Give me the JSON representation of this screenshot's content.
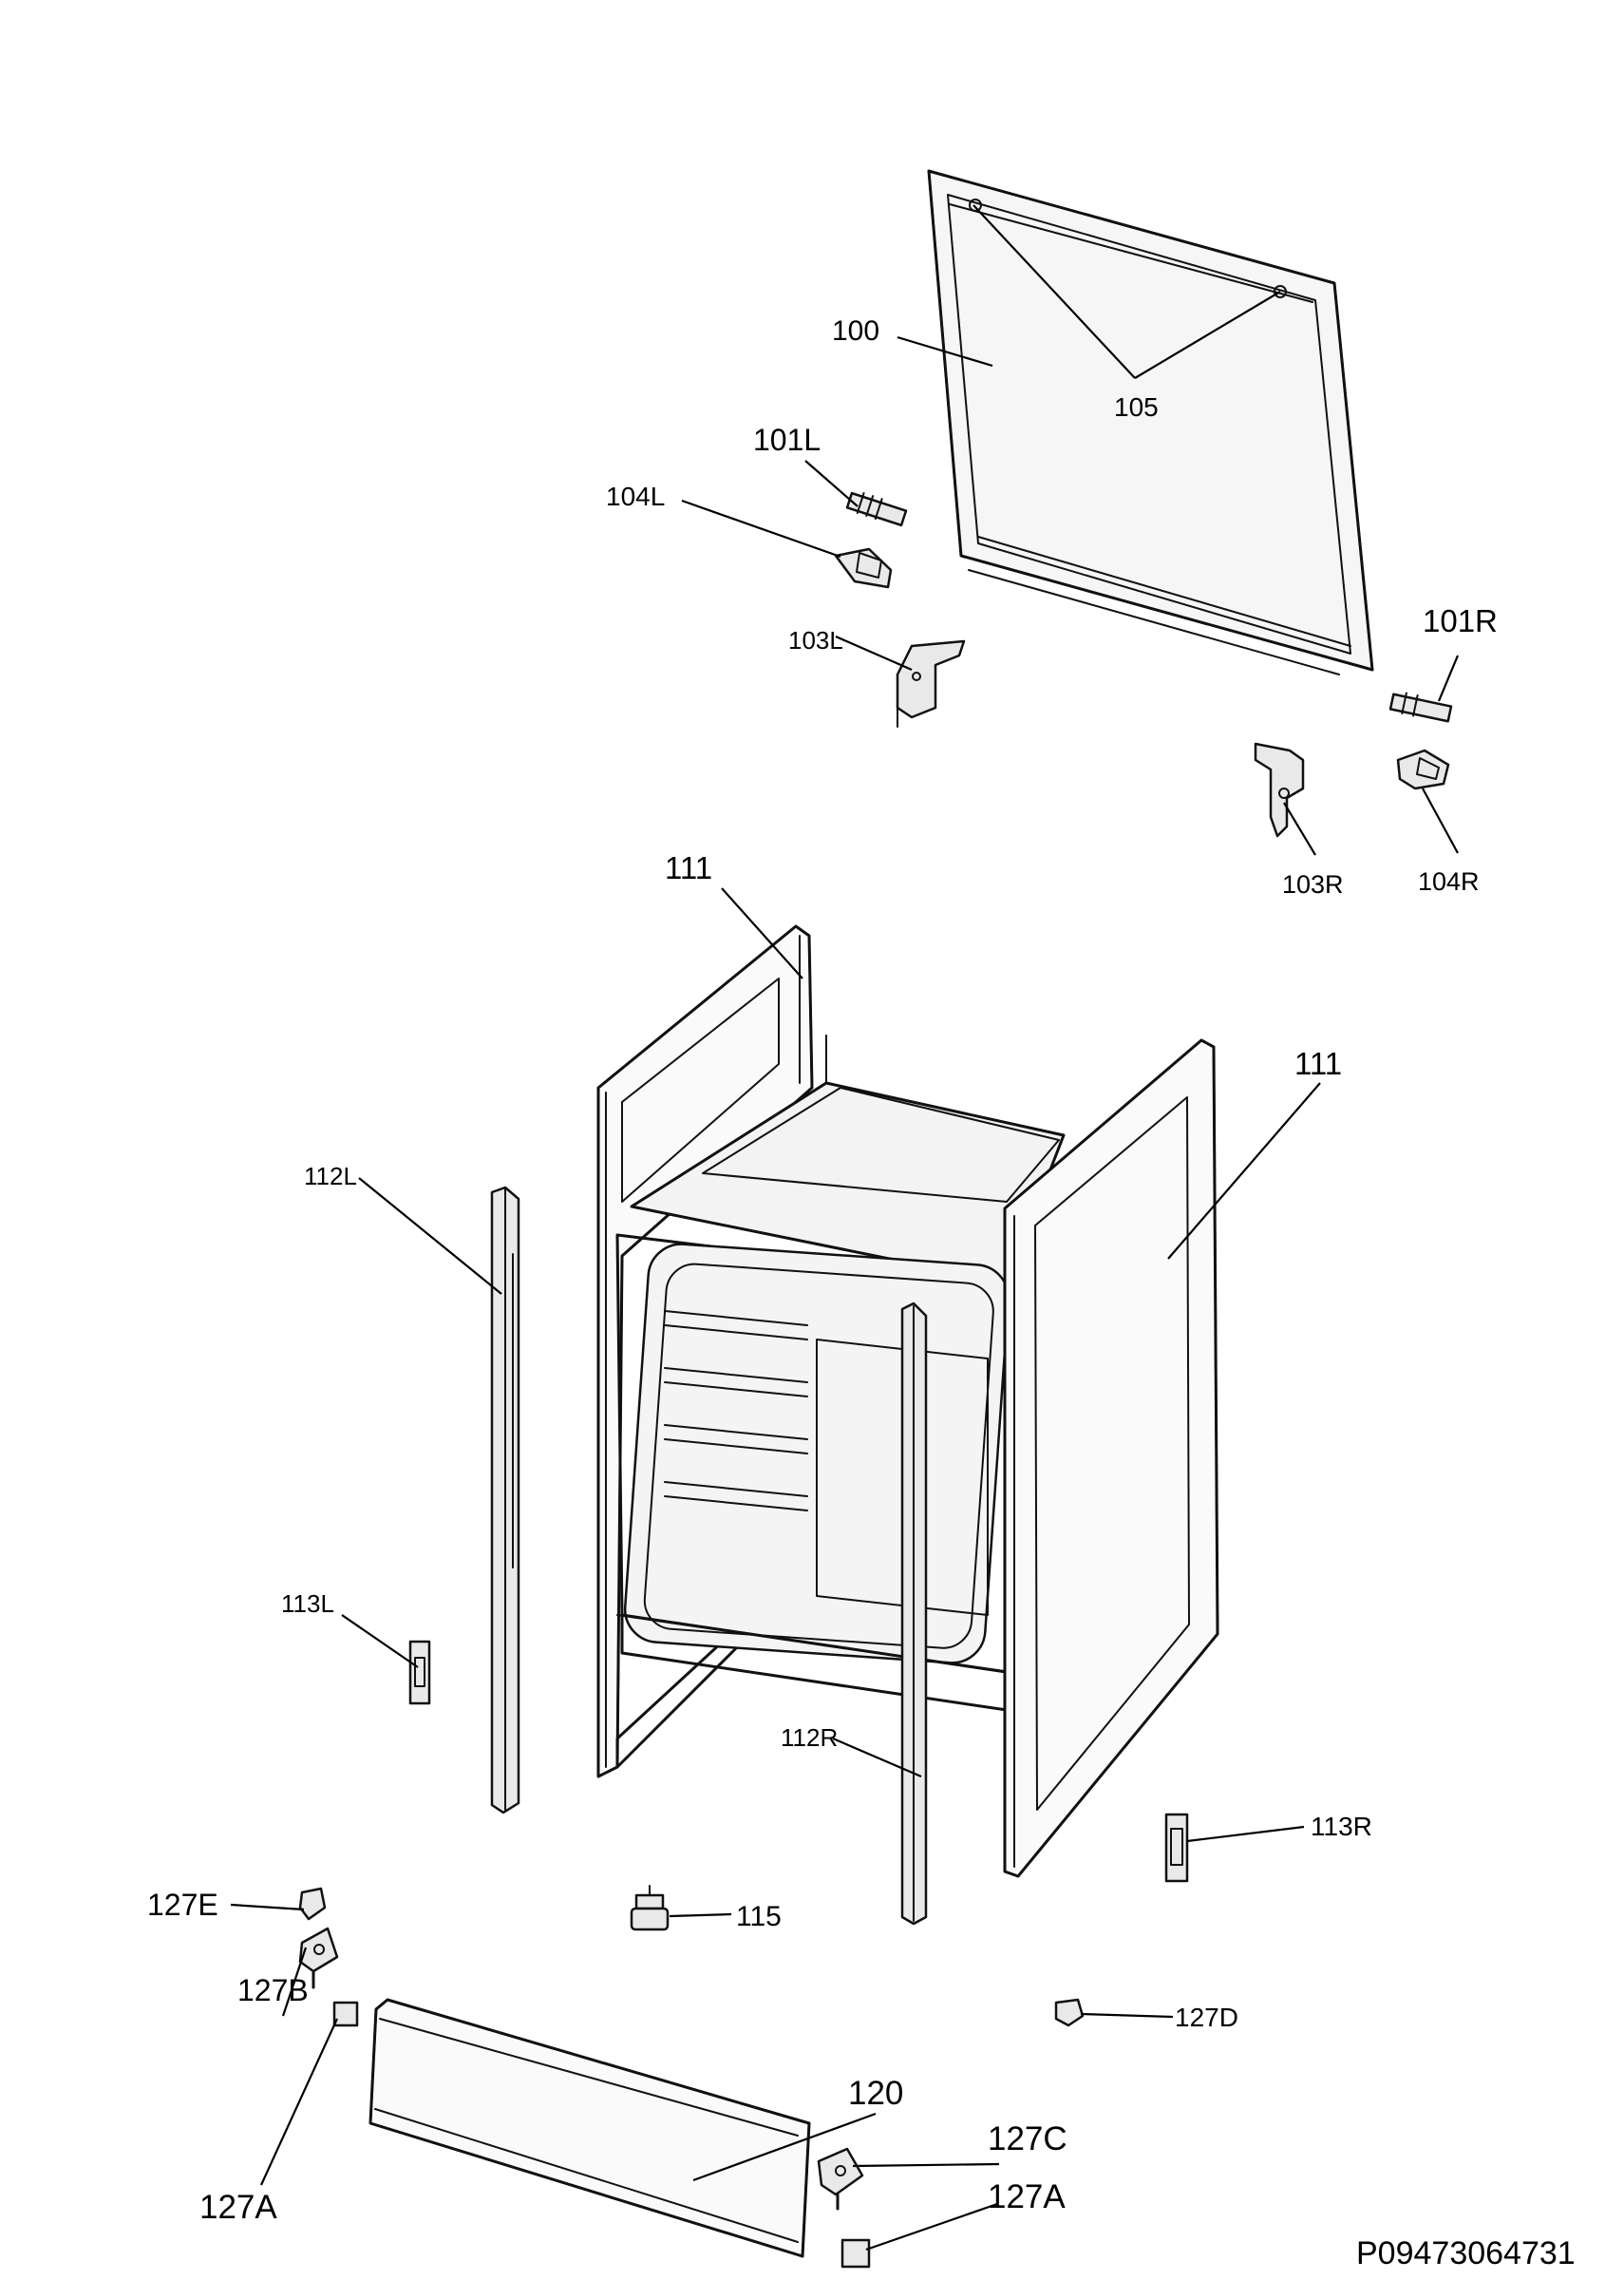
{
  "labels": {
    "l100": "100",
    "l105": "105",
    "l101L": "101L",
    "l104L": "104L",
    "l103L": "103L",
    "l101R": "101R",
    "l103R": "103R",
    "l104R": "104R",
    "l111_left": "111",
    "l111_right": "111",
    "l112L": "112L",
    "l113L": "113L",
    "l112R": "112R",
    "l113R": "113R",
    "l127E": "127E",
    "l115": "115",
    "l127B": "127B",
    "l127D": "127D",
    "l120": "120",
    "l127C": "127C",
    "l127A_left": "127A",
    "l127A_right": "127A"
  },
  "drawing_code": "P09473064731"
}
